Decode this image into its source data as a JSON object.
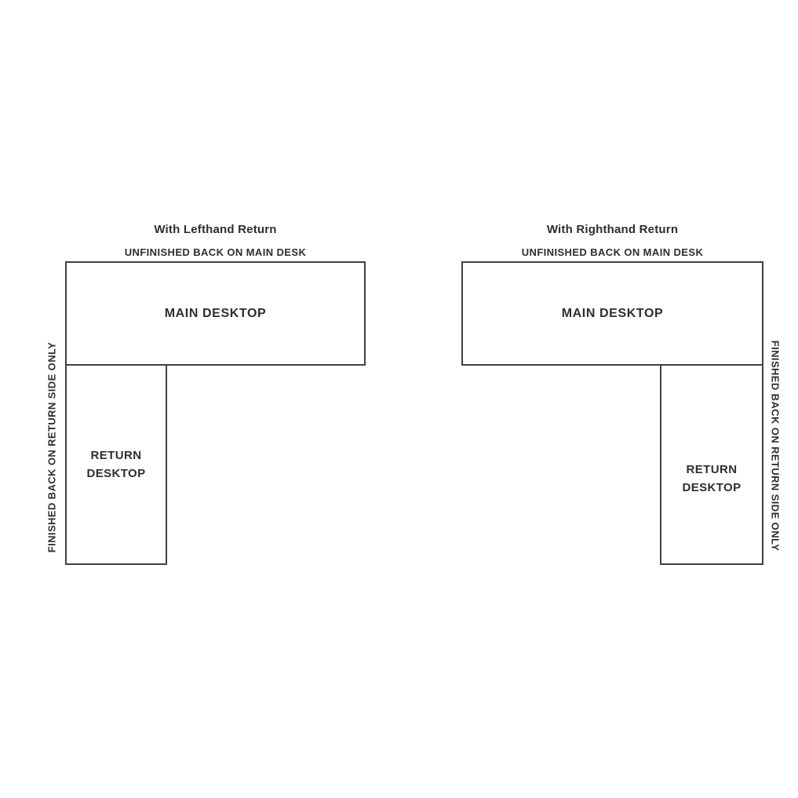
{
  "page": {
    "background_color": "#ffffff",
    "line_color": "#414141",
    "text_color": "#2b2e33"
  },
  "diagrams": [
    {
      "id": "lefthand-return",
      "title": "With Lefthand Return",
      "top_label": "UNFINISHED BACK ON MAIN DESK",
      "main_label": "MAIN DESKTOP",
      "return_label": "RETURN DESKTOP",
      "side_label": "FINISHED BACK ON RETURN SIDE ONLY",
      "return_side": "left"
    },
    {
      "id": "righthand-return",
      "title": "With Righthand Return",
      "top_label": "UNFINISHED BACK ON MAIN DESK",
      "main_label": "MAIN DESKTOP",
      "return_label": "RETURN DESKTOP",
      "side_label": "FINISHED BACK ON RETURN SIDE ONLY",
      "return_side": "right"
    }
  ]
}
